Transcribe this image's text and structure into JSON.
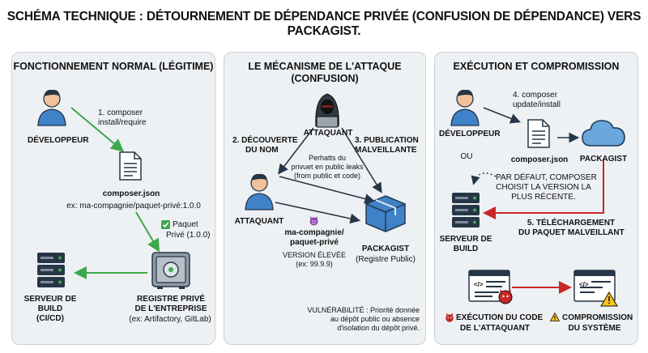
{
  "title": "SCHÉMA TECHNIQUE : DÉTOURNEMENT DE DÉPENDANCE PRIVÉE (CONFUSION DE DÉPENDANCE) VERS PACKAGIST.",
  "colors": {
    "green": "#3ea84a",
    "red": "#c62828",
    "dark": "#263646",
    "panel": "#eef1f4"
  },
  "panel1": {
    "title": "FONCTIONNEMENT NORMAL (LÉGITIME)",
    "developer": "DÉVELOPPEUR",
    "step1": [
      "1. composer",
      "install/require"
    ],
    "composer_file": "composer.json",
    "example": "ex: ma-compagnie/paquet-privé:1.0.0",
    "package_ok": [
      "Paquet",
      "Privé (1.0.0)"
    ],
    "registry": [
      "REGISTRE PRIVÉ",
      "DE L'ENTREPRISE"
    ],
    "registry_example": "(ex: Artifactory, GitLab)",
    "build_server": [
      "SERVEUR DE",
      "BUILD",
      "(CI/CD)"
    ]
  },
  "panel2": {
    "title": [
      "LE MÉCANISME DE L'ATTAQUE",
      "(CONFUSION)"
    ],
    "attacker_top": "ATTAQUANT",
    "step2": [
      "2. DÉCOUVERTE",
      "DU NOM"
    ],
    "step3": [
      "3. PUBLICATION",
      "MALVEILLANTE"
    ],
    "leak_note": [
      "Perhatts du",
      "privuet en public leaks",
      "(from public et code)"
    ],
    "attacker_bottom": "ATTAQUANT",
    "malicious_pkg": [
      "ma-compagnie/",
      "paquet-privé"
    ],
    "version": [
      "VERSION ÉLEVÉE",
      "(ex: 99.9.9)"
    ],
    "packagist": "PACKAGIST",
    "packagist_sub": "(Registre Public)",
    "vulnerability": [
      "VULNÉRABILITÉ : Priorité donnée",
      "au dépôt public ou absence",
      "d'isolation du dépôt privé."
    ]
  },
  "panel3": {
    "title": "EXÉCUTION ET COMPROMISSION",
    "step4": [
      "4. composer",
      "update/install"
    ],
    "developer": "DÉVELOPPEUR",
    "or": "OU",
    "composer_file": "composer.json",
    "packagist": "PACKAGIST",
    "default_note": [
      "PAR DÉFAUT, COMPOSER",
      "CHOISIT LA VERSION LA",
      "PLUS RÉCENTE."
    ],
    "step5": [
      "5. TÉLÉCHARGEMENT",
      "DU PAQUET MALVEILLANT"
    ],
    "build_server": [
      "SERVEUR DE",
      "BUILD"
    ],
    "exec": [
      "EXÉCUTION DU CODE",
      "DE L'ATTAQUANT"
    ],
    "compromise": [
      "COMPROMISSION",
      "DU SYSTÈME"
    ],
    "code_symbol": "</>"
  }
}
